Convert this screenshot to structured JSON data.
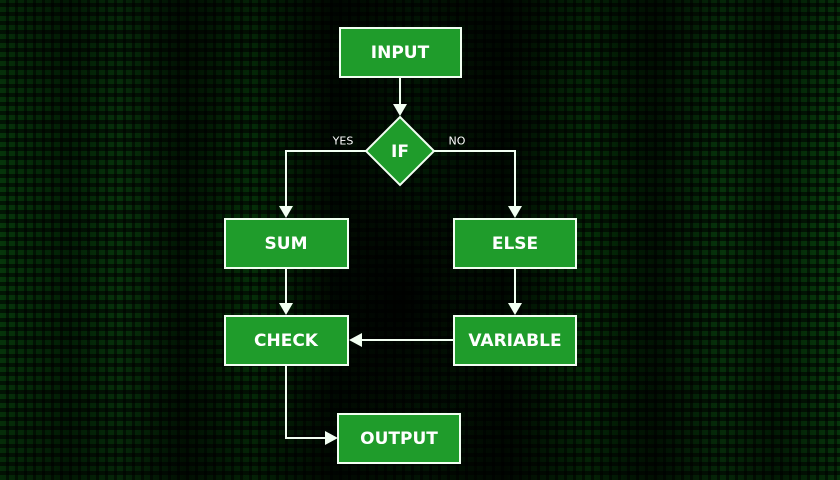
{
  "nodes": {
    "input": "INPUT",
    "if": "IF",
    "sum": "SUM",
    "else": "ELSE",
    "check": "CHECK",
    "variable": "VARIABLE",
    "output": "OUTPUT"
  },
  "edges": {
    "yes": "YES",
    "no": "NO"
  },
  "colors": {
    "box_fill": "#1f9c2b",
    "stroke": "#f2fff2",
    "background": "#000000"
  }
}
